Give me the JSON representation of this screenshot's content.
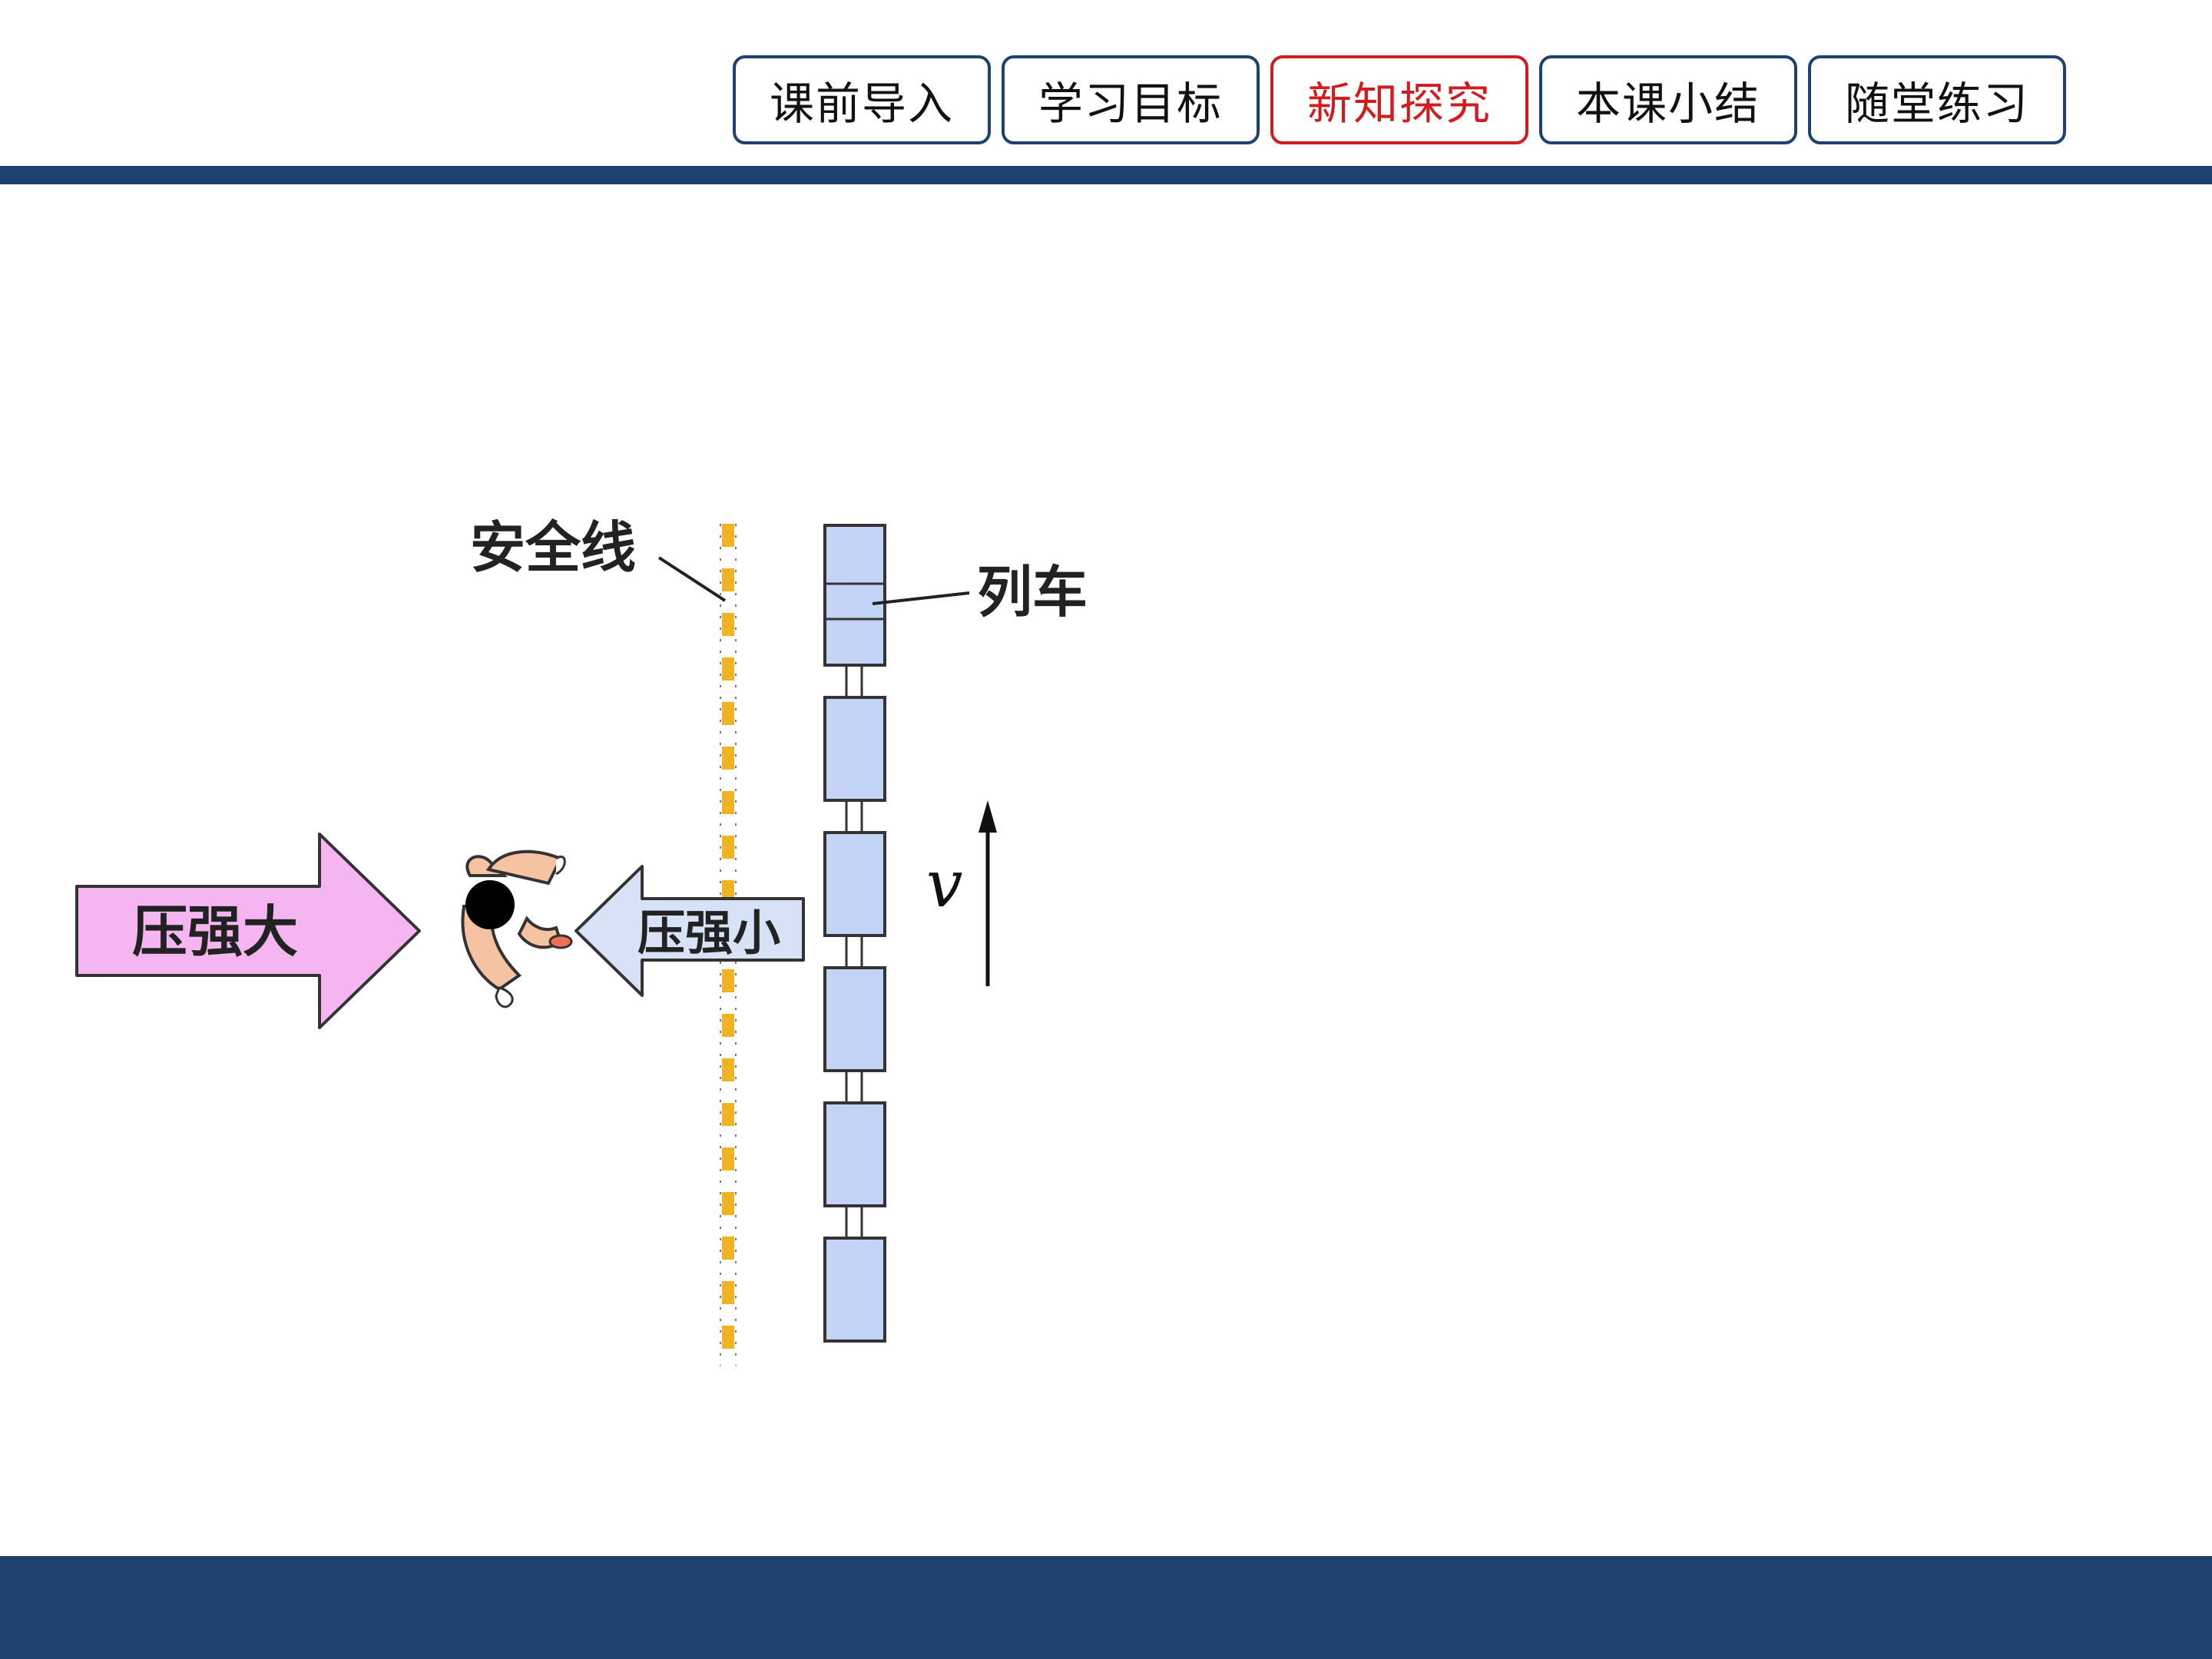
{
  "nav": {
    "tabs": [
      {
        "label": "课前导入",
        "active": false
      },
      {
        "label": "学习目标",
        "active": false
      },
      {
        "label": "新知探究",
        "active": true
      },
      {
        "label": "本课小结",
        "active": false
      },
      {
        "label": "随堂练习",
        "active": false
      }
    ]
  },
  "diagram": {
    "safety_line_label": "安全线",
    "train_label": "列车",
    "velocity_symbol": "v",
    "high_pressure_label": "压强大",
    "low_pressure_label": "压强小"
  },
  "colors": {
    "primary": "#1f4170",
    "active_tab": "#d01c1f",
    "safety_line": "#f0b323",
    "train_car": "#c3d3f5",
    "high_pressure_arrow": "#f5b5f0",
    "low_pressure_arrow": "#d7e2f7",
    "skin": "#f5c2a2"
  }
}
